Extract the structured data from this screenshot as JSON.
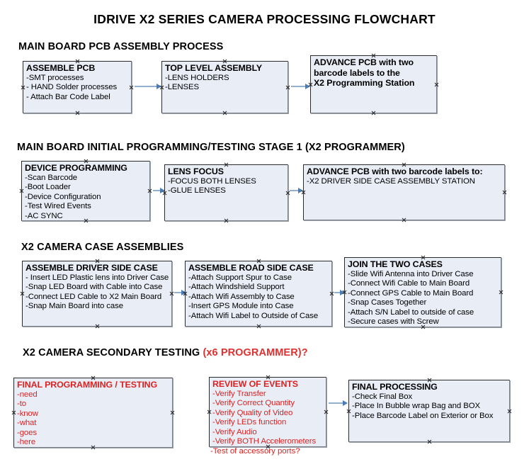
{
  "title": "IDRIVE X2  SERIES CAMERA PROCESSING FLOWCHART",
  "colors": {
    "node_fill": "#e8edf6",
    "node_border": "#2a2a2a",
    "connector": "#93b0cc",
    "arrow_head": "#4a7db5",
    "accent_red": "#dd2222",
    "text": "#000000"
  },
  "sections": [
    {
      "id": "main-board-pcb-assembly-process",
      "heading": "MAIN BOARD PCB ASSEMBLY PROCESS",
      "heading_accent": "",
      "nodes": [
        {
          "id": "assemble-pcb",
          "title": "ASSEMBLE PCB",
          "lines": [
            "-SMT processes",
            "- HAND Solder processes",
            "- Attach Bar Code Label"
          ]
        },
        {
          "id": "top-level-assembly",
          "title": "TOP LEVEL ASSEMBLY",
          "lines": [
            "-LENS HOLDERS",
            "-LENSES"
          ]
        },
        {
          "id": "advance-pcb-to-x2-programming-station",
          "title": "ADVANCE PCB with two",
          "lines": [
            "barcode labels to the",
            " X2 Programming Station"
          ]
        }
      ]
    },
    {
      "id": "main-board-initial-programming-testing-stage-1",
      "heading": "MAIN BOARD INITIAL PROGRAMMING/TESTING STAGE 1 (X2 PROGRAMMER)",
      "heading_accent": "",
      "nodes": [
        {
          "id": "device-programming",
          "title": "DEVICE PROGRAMMING",
          "lines": [
            "-Scan Barcode",
            "-Boot Loader",
            "-Device Configuration",
            "-Test Wired Events",
            "-AC SYNC"
          ]
        },
        {
          "id": "lens-focus",
          "title": "LENS FOCUS",
          "lines": [
            "-FOCUS BOTH LENSES",
            "-GLUE LENSES"
          ]
        },
        {
          "id": "advance-pcb-to-driver-side-case-assembly",
          "title": "ADVANCE PCB with two barcode labels to:",
          "lines": [
            "-X2 DRIVER  SIDE  CASE  ASSEMBLY STATION"
          ]
        }
      ]
    },
    {
      "id": "x2-camera-case-assemblies",
      "heading": "X2 CAMERA CASE ASSEMBLIES",
      "heading_accent": "",
      "nodes": [
        {
          "id": "assemble-driver-side-case",
          "title": "ASSEMBLE DRIVER SIDE CASE",
          "lines": [
            "- Insert LED Plastic lens into Driver Case",
            "-Snap LED Board with Cable into Case",
            "-Connect LED Cable to X2 Main Board",
            "-Snap Main Board into case"
          ]
        },
        {
          "id": "assemble-road-side-case",
          "title": "ASSEMBLE ROAD SIDE CASE",
          "lines": [
            "-Attach Support Spur to Case",
            "-Attach Windshield Support",
            "-Attach Wifi Assembly to Case",
            "-Insert GPS Module into Case",
            "-Attach Wifi Label to Outside of Case"
          ]
        },
        {
          "id": "join-the-two-cases",
          "title": "JOIN THE TWO CASES",
          "lines": [
            "-Slide Wifi Antenna into Driver Case",
            "-Connect Wifi Cable to Main Board",
            "-Connect GPS Cable to Main Board",
            "-Snap Cases Together",
            "-Attach S/N Label to outside of case",
            "-Secure cases with Screw"
          ]
        }
      ]
    },
    {
      "id": "x2-camera-secondary-testing",
      "heading": "X2 CAMERA SECONDARY TESTING ",
      "heading_accent": "(x6 PROGRAMMER)?",
      "nodes": [
        {
          "id": "final-programming-testing",
          "title": "FINAL PROGRAMMING / TESTING",
          "lines": [
            "-need",
            "-to",
            "-know",
            "-what",
            "-goes",
            "-here"
          ]
        },
        {
          "id": "review-of-events",
          "title": "REVIEW OF EVENTS",
          "lines": [
            "-Verify Transfer",
            "-Verify Correct Quantity",
            "-Verify Quality of Video",
            "-Verify LEDs function",
            "-Verify Audio",
            "-Verify BOTH Accelerometers"
          ],
          "overflow_line": "-Test of accessory ports?"
        },
        {
          "id": "final-processing",
          "title": "FINAL PROCESSING",
          "lines": [
            " -Check Final Box",
            "-Place In Bubble wrap Bag and BOX",
            "-Place Barcode Label on Exterior or Box"
          ]
        }
      ]
    }
  ]
}
